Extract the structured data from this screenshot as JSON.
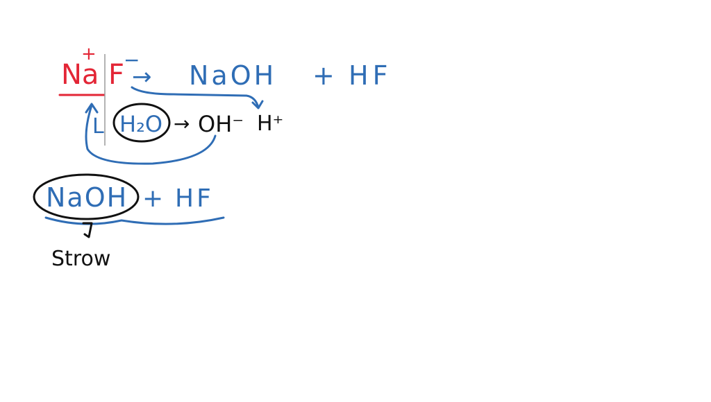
{
  "line1": {
    "na_charge": "+",
    "na": "Na",
    "f": "F",
    "f_charge": "−",
    "arrow": "→",
    "product_naoh": "NaOH",
    "plus": "+",
    "product_hf": "HF"
  },
  "line2": {
    "bracket": "L",
    "water": "H₂O",
    "arrow": "→",
    "hydroxide": "OH⁻",
    "proton": "H⁺"
  },
  "line3": {
    "naoh": "NaOH",
    "plus": "+",
    "hf": "HF"
  },
  "note": {
    "text": "Strow"
  },
  "colors": {
    "red_ink": "#e32636",
    "blue_ink": "#2f6db5",
    "black_ink": "#111111"
  }
}
